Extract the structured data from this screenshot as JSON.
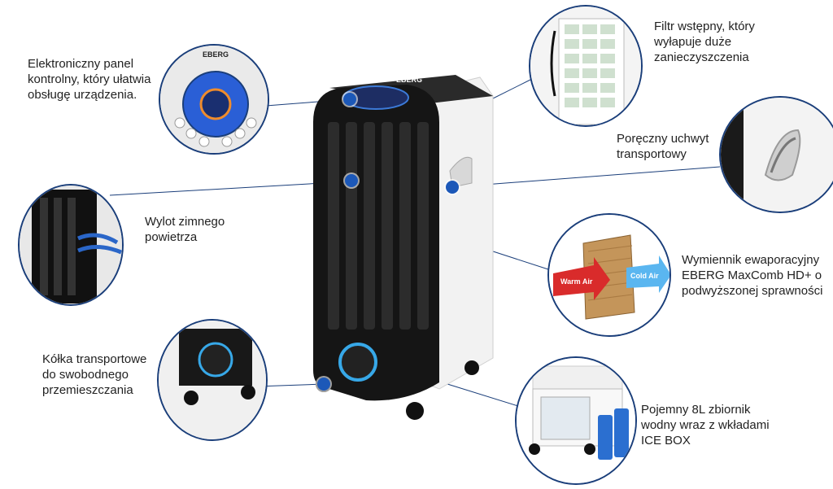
{
  "product": {
    "brand": "EBERG",
    "accent_color": "#1c58b8",
    "body_colors": {
      "front": "#151515",
      "side": "#f2f2f2"
    }
  },
  "features": [
    {
      "id": "control-panel",
      "text": "Elektroniczny panel\nkontrolny, który ułatwia\nobsługę urządzenia."
    },
    {
      "id": "air-outlet",
      "text": "Wylot zimnego\npowietrza"
    },
    {
      "id": "wheels",
      "text": "Kółka transportowe\ndo swobodnego\nprzemieszczania"
    },
    {
      "id": "pre-filter",
      "text": "Filtr wstępny, który\nwyłapuje duże\nzanieczyszczenia"
    },
    {
      "id": "handle",
      "text": "Poręczny uchwyt\ntransportowy"
    },
    {
      "id": "exchanger",
      "text": "Wymiennik ewaporacyjny\nEBERG MaxComb HD+ o\npodwyższonej sprawności"
    },
    {
      "id": "tank",
      "text": "Pojemny 8L zbiornik\nwodny wraz z wkładami\nICE BOX"
    }
  ],
  "exchanger_arrows": {
    "warm": "Warm Air",
    "cold": "Cold Air"
  }
}
